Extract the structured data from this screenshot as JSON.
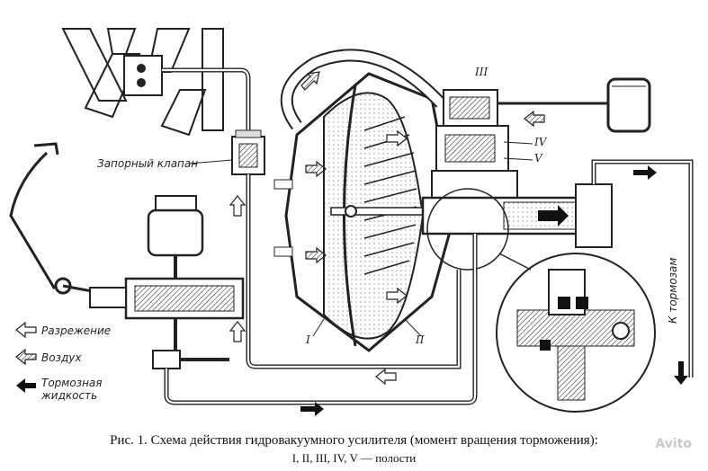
{
  "valve_label": "Запорный клапан",
  "legend": {
    "vacuum": "Разрежение",
    "air": "Воздух",
    "fluid_line1": "Тормозная",
    "fluid_line2": "жидкость"
  },
  "to_brakes": "К тормозам",
  "cavities": [
    "I",
    "II",
    "III",
    "IV",
    "V"
  ],
  "caption": {
    "fig": "Рис. 1",
    "title": ". Схема действия гидровакуумного усилителя (момент вращения торможения):",
    "sub": "I, II, III, IV, V — полости"
  },
  "watermark": "Avito"
}
